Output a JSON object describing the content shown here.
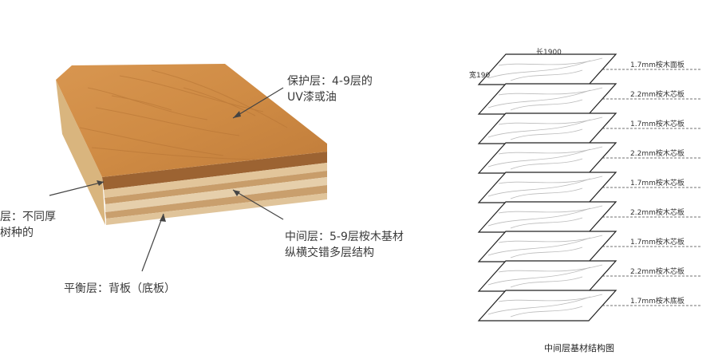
{
  "left_diagram": {
    "callout_protect": {
      "line1": "保护层：4-9层的",
      "line2": "UV漆或油"
    },
    "callout_face": {
      "line1": "层：不同厚",
      "line2": "树种的"
    },
    "callout_middle": {
      "line1": "中间层：5-9层桉木基材",
      "line2": "纵横交错多层结构"
    },
    "callout_balance": {
      "line1": "平衡层：背板（底板）"
    }
  },
  "right_diagram": {
    "length_label": "长1900",
    "width_label": "宽190",
    "layers": [
      {
        "label": "1.7mm桉木面板"
      },
      {
        "label": "2.2mm桉木芯板"
      },
      {
        "label": "1.7mm桉木芯板"
      },
      {
        "label": "2.2mm桉木芯板"
      },
      {
        "label": "1.7mm桉木芯板"
      },
      {
        "label": "2.2mm桉木芯板"
      },
      {
        "label": "1.7mm桉木芯板"
      },
      {
        "label": "2.2mm桉木芯板"
      },
      {
        "label": "1.7mm桉木底板"
      }
    ],
    "caption": "中间层基材结构图"
  },
  "colors": {
    "wood_top": "#cf8d45",
    "wood_edge": "#b9783b",
    "ply": "#e3c9a0",
    "ply_dark": "#a5703f"
  }
}
